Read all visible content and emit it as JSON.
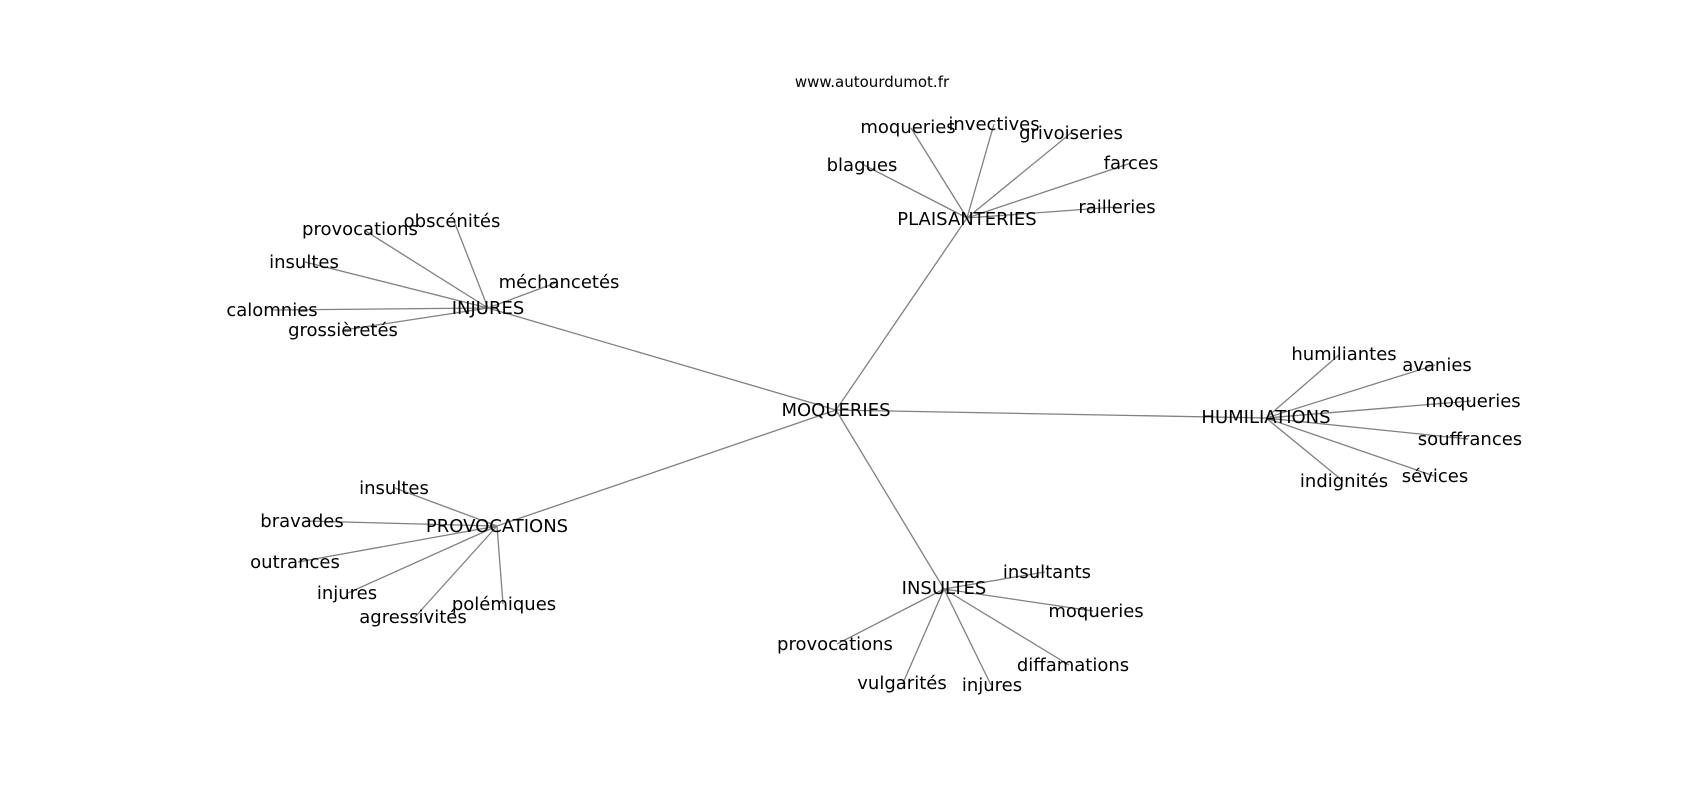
{
  "source": "www.autourdumot.fr",
  "center": "MOQUERIES",
  "groups": [
    {
      "label": "PLAISANTERIES",
      "words": [
        "moqueries",
        "invectives",
        "grivoiseries",
        "blagues",
        "farces",
        "railleries"
      ]
    },
    {
      "label": "INJURES",
      "words": [
        "obscénités",
        "provocations",
        "insultes",
        "méchancetés",
        "calomnies",
        "grossièretés"
      ]
    },
    {
      "label": "HUMILIATIONS",
      "words": [
        "humiliantes",
        "avanies",
        "moqueries",
        "souffrances",
        "sévices",
        "indignités"
      ]
    },
    {
      "label": "PROVOCATIONS",
      "words": [
        "insultes",
        "bravades",
        "outrances",
        "injures",
        "agressivités",
        "polémiques"
      ]
    },
    {
      "label": "INSULTES",
      "words": [
        "insultants",
        "moqueries",
        "provocations",
        "diffamations",
        "vulgarités",
        "injures"
      ]
    }
  ]
}
